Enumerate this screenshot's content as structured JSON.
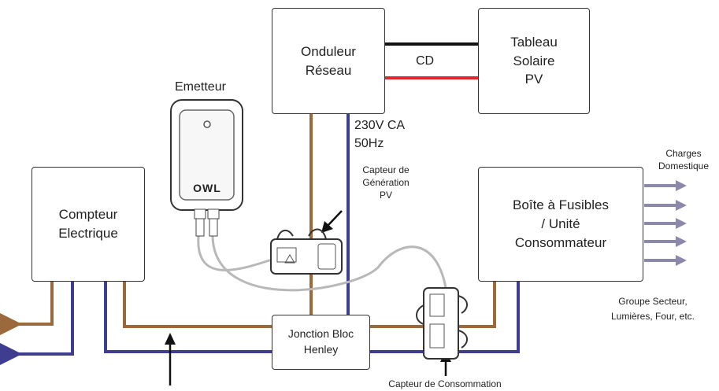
{
  "boxes": {
    "inverter": "Onduleur\nRéseau",
    "solar_panel": "Tableau\nSolaire\nPV",
    "meter": "Compteur\nElectrique",
    "fuse_box": "Boîte à Fusibles\n/ Unité\nConsommateur",
    "henley": "Jonction Bloc\nHenley"
  },
  "labels": {
    "dc": "CD",
    "ac": "230V CA\n50Hz",
    "transmitter": "Emetteur",
    "transmitter_logo": "OWL",
    "gen_sensor": "Capteur de\nGénération\nPV",
    "domestic_loads": "Charges\nDomestique",
    "circuits": "Groupe Secteur,\nLumières, Four, etc.",
    "consumption_sensor": "Capteur de Consommation"
  },
  "colors": {
    "phase": "#9b6a3c",
    "neutral": "#3f3d8f",
    "dc_positive": "#e0262b",
    "dc_negative": "#111111",
    "sensor_cable": "#b8b8b8",
    "load_arrow": "#8c88aa"
  }
}
